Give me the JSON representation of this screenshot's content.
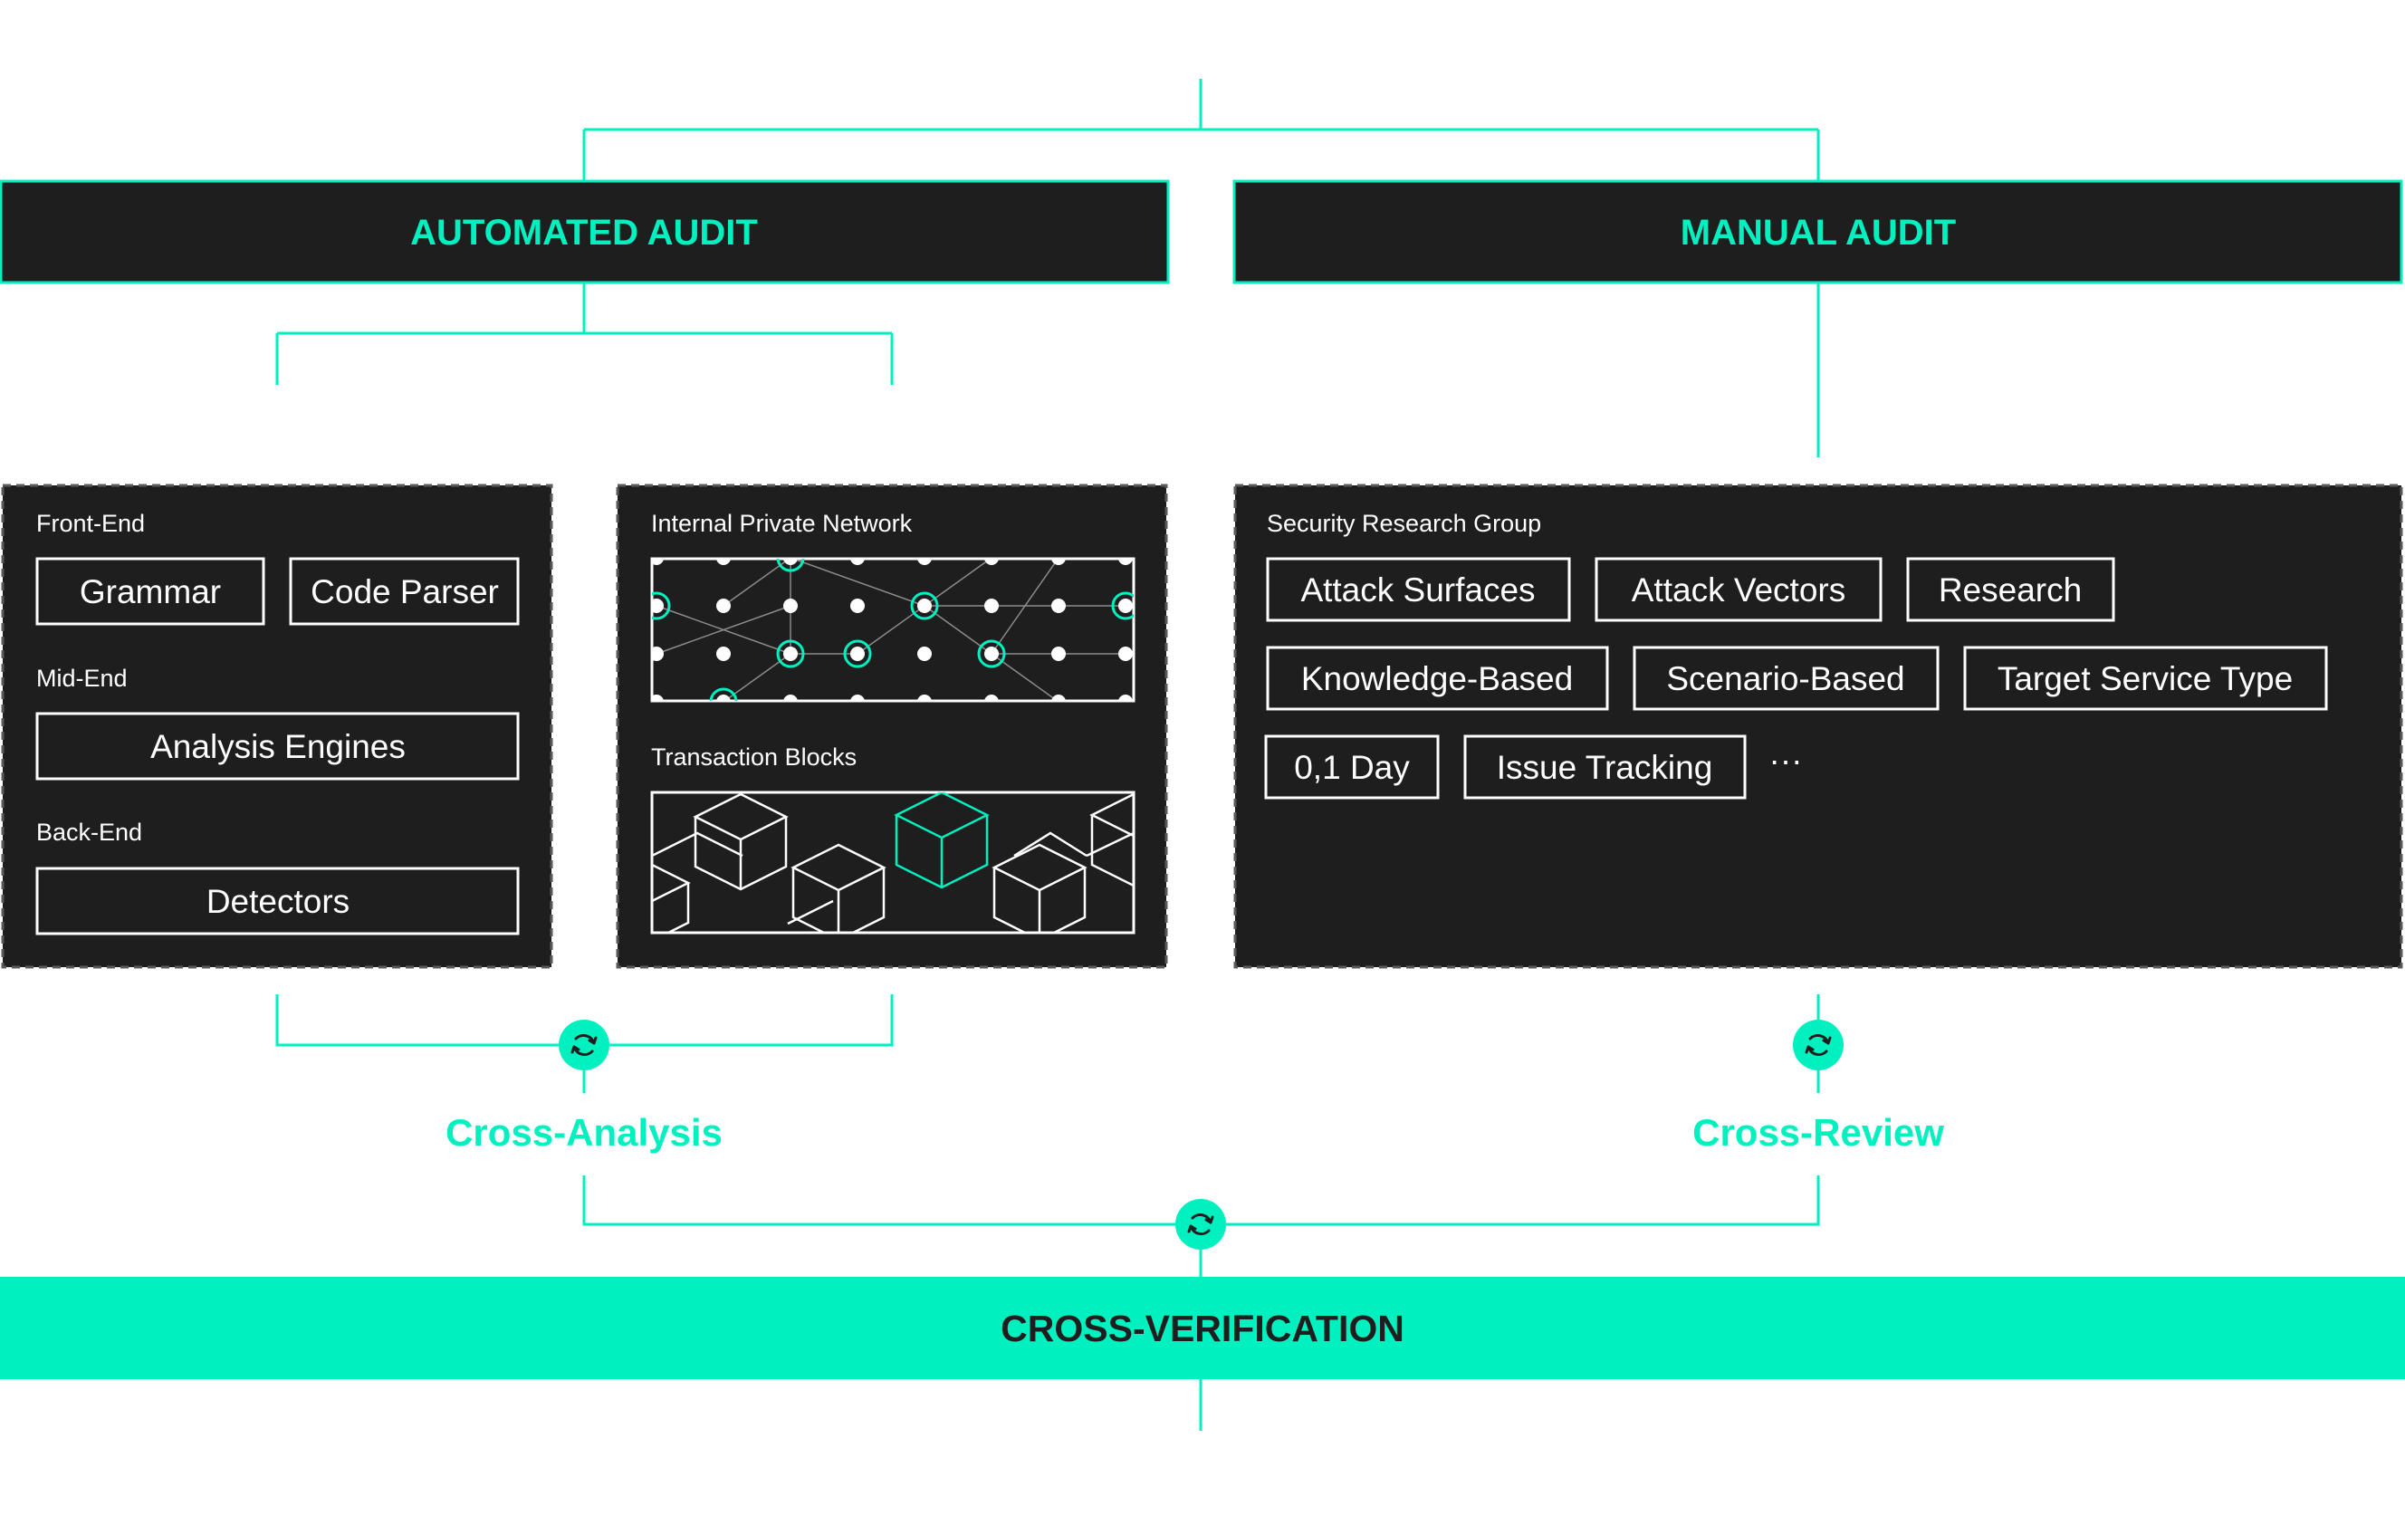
{
  "colors": {
    "accent": "#00F0C0",
    "panel_bg": "#1E1E1E",
    "text_on_dark": "#FFFFFF",
    "text_on_accent": "#1E1E1E",
    "background": "#FFFFFF"
  },
  "automated_audit": {
    "title": "AUTOMATED AUDIT",
    "front_end_label": "Front-End",
    "front_end_items": [
      "Grammar",
      "Code Parser"
    ],
    "mid_end_label": "Mid-End",
    "mid_end_item": "Analysis Engines",
    "back_end_label": "Back-End",
    "back_end_item": "Detectors",
    "network_label": "Internal Private Network",
    "blocks_label": "Transaction Blocks"
  },
  "manual_audit": {
    "title": "MANUAL AUDIT",
    "group_label": "Security Research Group",
    "row1": [
      "Attack Surfaces",
      "Attack Vectors",
      "Research"
    ],
    "row2": [
      "Knowledge-Based",
      "Scenario-Based",
      "Target Service Type"
    ],
    "row3": [
      "0,1 Day",
      "Issue Tracking"
    ],
    "more": "···"
  },
  "cross_analysis": {
    "label": "Cross-Analysis",
    "icon": "refresh-icon"
  },
  "cross_review": {
    "label": "Cross-Review",
    "icon": "refresh-icon"
  },
  "cross_verification": {
    "label": "CROSS-VERIFICATION",
    "icon": "refresh-icon"
  }
}
